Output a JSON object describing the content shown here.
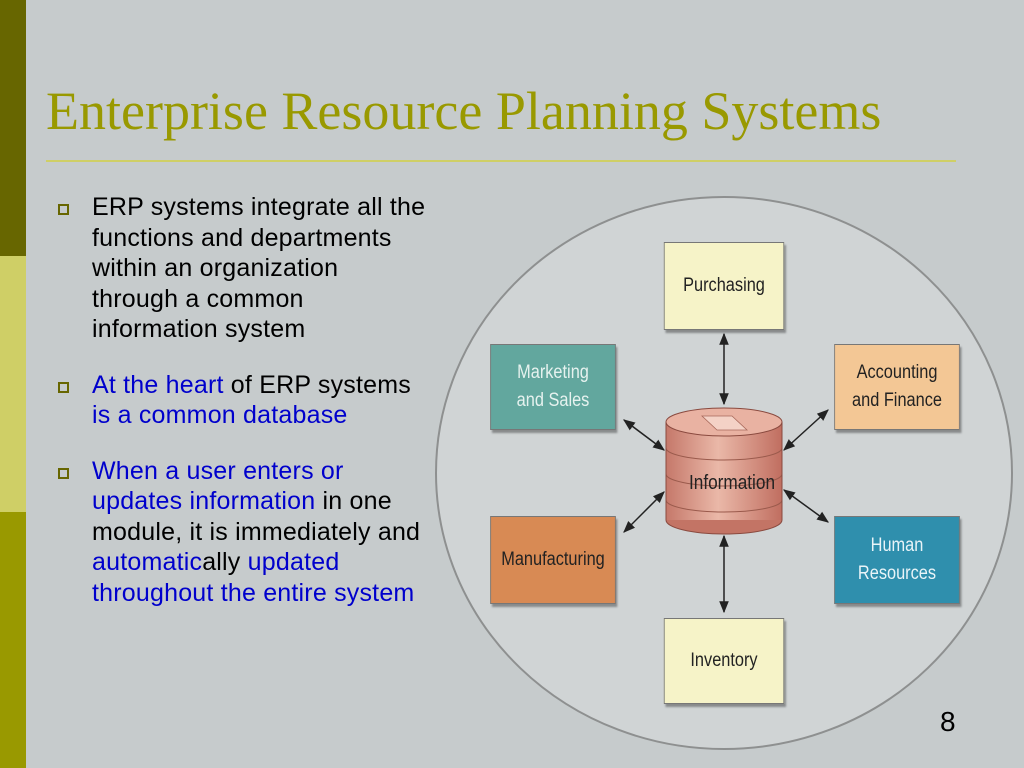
{
  "slide": {
    "title": "Enterprise Resource Planning Systems",
    "page_number": "8"
  },
  "bullets": [
    {
      "parts": [
        {
          "text": "ERP systems integrate all the functions and departments within an organization through a common information system",
          "highlight": false
        }
      ]
    },
    {
      "parts": [
        {
          "text": "At the heart",
          "highlight": true
        },
        {
          "text": " of ERP systems ",
          "highlight": false
        },
        {
          "text": "is a common database",
          "highlight": true
        }
      ]
    },
    {
      "parts": [
        {
          "text": "When a user enters or updates information",
          "highlight": true
        },
        {
          "text": " in one module, it is immediately and ",
          "highlight": false
        },
        {
          "text": "automatic",
          "highlight": true
        },
        {
          "text": "ally ",
          "highlight": false
        },
        {
          "text": "updated throughout the entire system",
          "highlight": true
        }
      ]
    }
  ],
  "diagram": {
    "center_label": "Information",
    "modules": {
      "purchasing": "Purchasing",
      "accounting": "Accounting\nand Finance",
      "marketing": "Marketing\nand Sales",
      "manufacturing": "Manufacturing",
      "hr": "Human\nResources",
      "inventory": "Inventory"
    }
  },
  "colors": {
    "background": "#c6cbcc",
    "title": "#999900",
    "highlight_text": "#0000cc",
    "band_dark": "#676600",
    "band_light": "#cfcf66",
    "band_mid": "#999900"
  }
}
